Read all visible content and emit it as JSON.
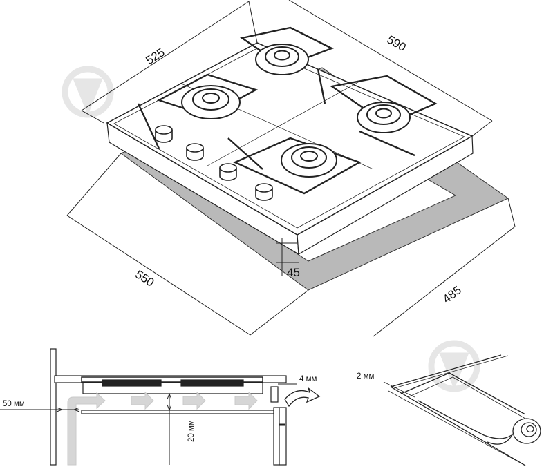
{
  "top_view": {
    "dim_depth": "525",
    "dim_width": "590",
    "dim_cutout_width": "550",
    "dim_cutout_depth": "485",
    "dim_height": "45"
  },
  "side_view": {
    "gap_50": "50 мм",
    "gap_20": "20 мм",
    "gap_4": "4 мм"
  },
  "seal_view": {
    "seal_thickness": "2 мм"
  },
  "colors": {
    "line": "#222222",
    "cutout_gray": "#b9b9b9",
    "arrow_gray": "#d6d6d6",
    "watermark": "#e6e6e6"
  }
}
